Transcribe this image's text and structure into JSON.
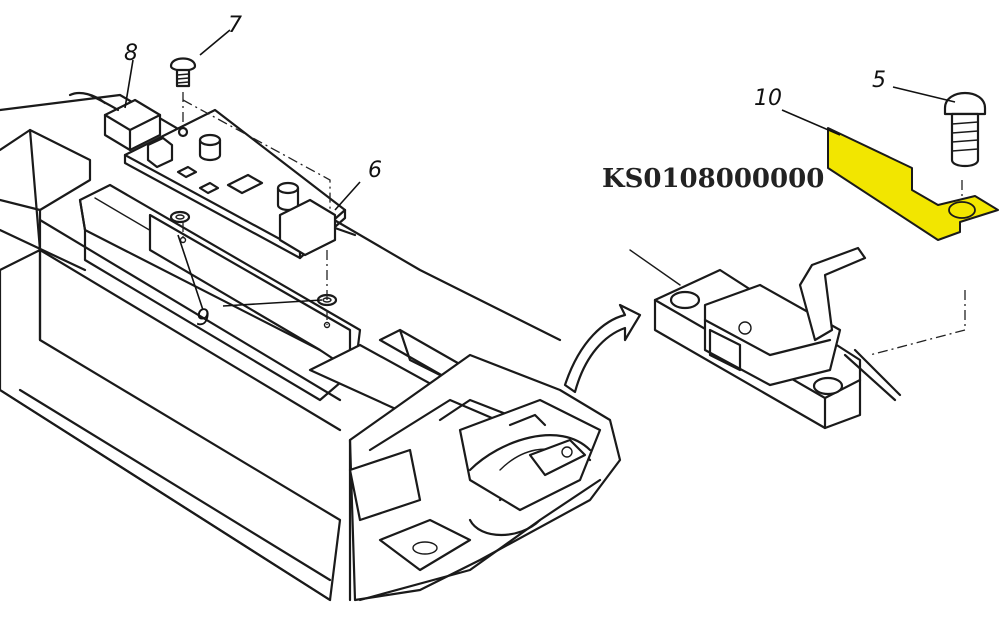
{
  "callouts": {
    "c5": "5",
    "c6": "6",
    "c7": "7",
    "c8": "8",
    "c9": "9",
    "c10": "10"
  },
  "part_code": "KS0108000000",
  "colors": {
    "highlight": "#f2e600",
    "line": "#1a1a1a",
    "background": "#ffffff"
  }
}
